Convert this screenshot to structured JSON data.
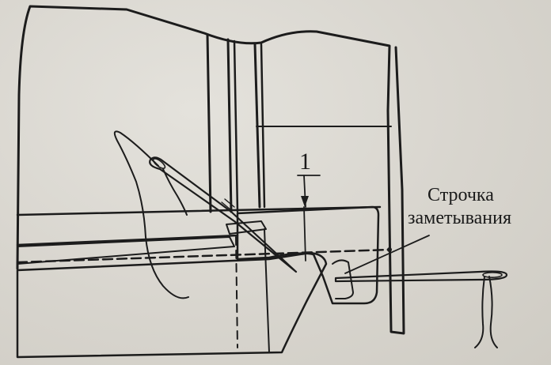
{
  "labels": {
    "callout_number": "1",
    "stitch_line1": "Строчка",
    "stitch_line2": "заметывания"
  },
  "colors": {
    "ink": "#1c1c1c",
    "paper": "#d9d6cf"
  }
}
